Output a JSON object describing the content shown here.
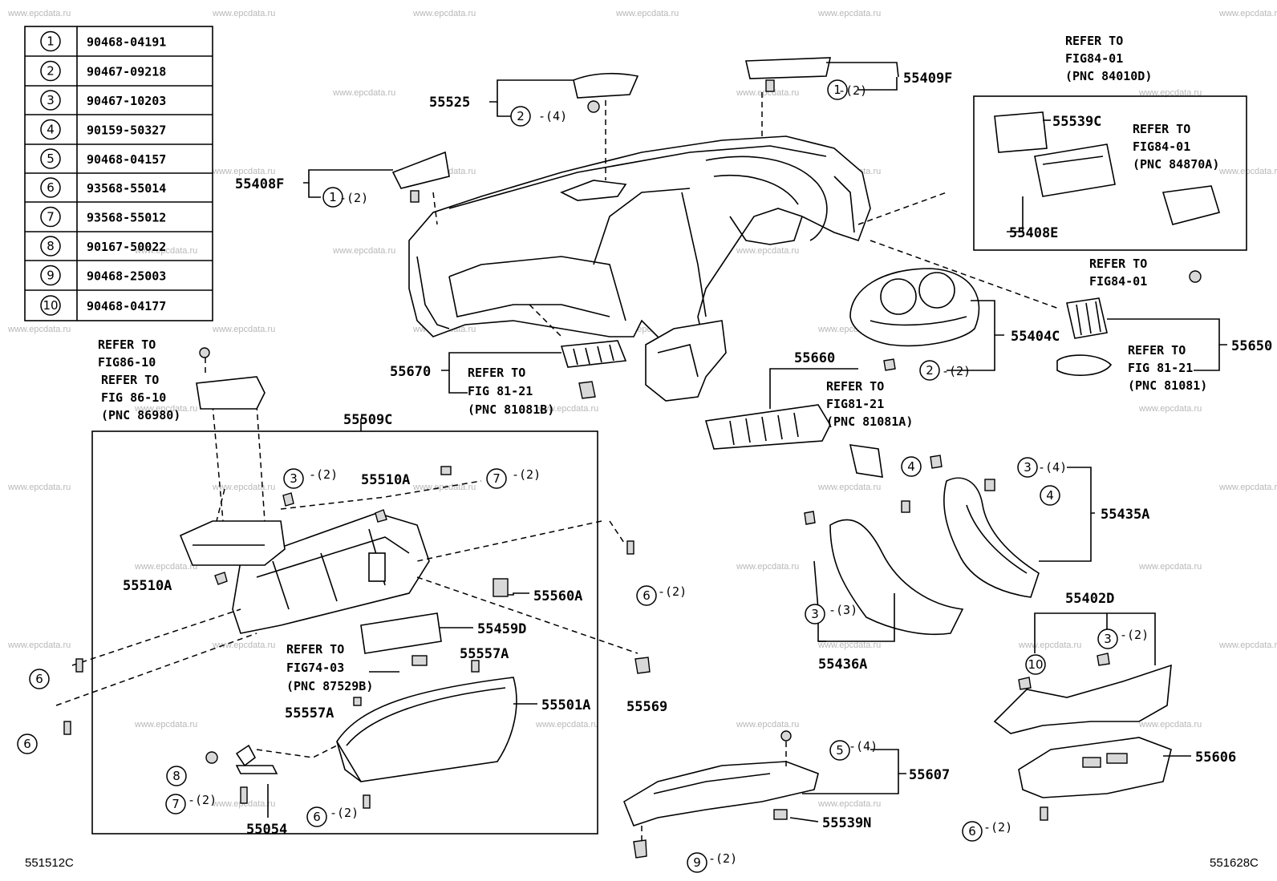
{
  "watermark": "www.epcdata.ru",
  "legend": [
    {
      "num": "1",
      "part": "90468-04191"
    },
    {
      "num": "2",
      "part": "90467-09218"
    },
    {
      "num": "3",
      "part": "90467-10203"
    },
    {
      "num": "4",
      "part": "90159-50327"
    },
    {
      "num": "5",
      "part": "90468-04157"
    },
    {
      "num": "6",
      "part": "93568-55014"
    },
    {
      "num": "7",
      "part": "93568-55012"
    },
    {
      "num": "8",
      "part": "90167-50022"
    },
    {
      "num": "9",
      "part": "90468-25003"
    },
    {
      "num": "10",
      "part": "90468-04177"
    }
  ],
  "labels": {
    "p55525": "55525",
    "p55409F": "55409F",
    "p55408F": "55408F",
    "p55539C": "55539C",
    "p55408E": "55408E",
    "p55404C": "55404C",
    "p55650": "55650",
    "p55660": "55660",
    "p55670": "55670",
    "p55509C": "55509C",
    "p55510A_top": "55510A",
    "p55510A_left": "55510A",
    "p55560A": "55560A",
    "p55459D": "55459D",
    "p55557A_top": "55557A",
    "p55557A_left": "55557A",
    "p55501A": "55501A",
    "p55569": "55569",
    "p55054": "55054",
    "p55435A": "55435A",
    "p55436A": "55436A",
    "p55402D": "55402D",
    "p55606": "55606",
    "p55607": "55607",
    "p55539N": "55539N"
  },
  "refs": {
    "r1": [
      "REFER TO",
      "FIG84-01",
      "(PNC 84010D)"
    ],
    "r2": [
      "REFER TO",
      "FIG84-01",
      "(PNC 84870A)"
    ],
    "r3": [
      "REFER TO",
      "FIG84-01"
    ],
    "r4": [
      "REFER TO",
      "FIG 81-21",
      "(PNC 81081)"
    ],
    "r5": [
      "REFER TO",
      "FIG81-21",
      "(PNC 81081A)"
    ],
    "r6": [
      "REFER TO",
      "FIG 81-21",
      "(PNC 81081B)"
    ],
    "r7": [
      "REFER TO",
      "FIG86-10"
    ],
    "r8": [
      "REFER TO",
      "FIG 86-10",
      "(PNC 86980)"
    ],
    "r9": [
      "REFER TO",
      "FIG74-03",
      "(PNC 87529B)"
    ]
  },
  "qty": {
    "q_55525": "-(4)",
    "q_55409F": "-(2)",
    "q_55408F": "-(2)",
    "q_55404C": "-(2)",
    "q_3_2_top": "-(2)",
    "q_7_2_top": "-(2)",
    "q_6_2_mid": "-(2)",
    "q_3_4": "-(4)",
    "q_3_3": "-(3)",
    "q_3_2_right": "-(2)",
    "q_5_4": "-(4)",
    "q_7_2_bottom": "-(2)",
    "q_6_2_bottom": "-(2)",
    "q_6_2_right": "-(2)",
    "q_9_2": "-(2)"
  },
  "footer": {
    "left_code": "551512C",
    "right_code": "551628C"
  }
}
